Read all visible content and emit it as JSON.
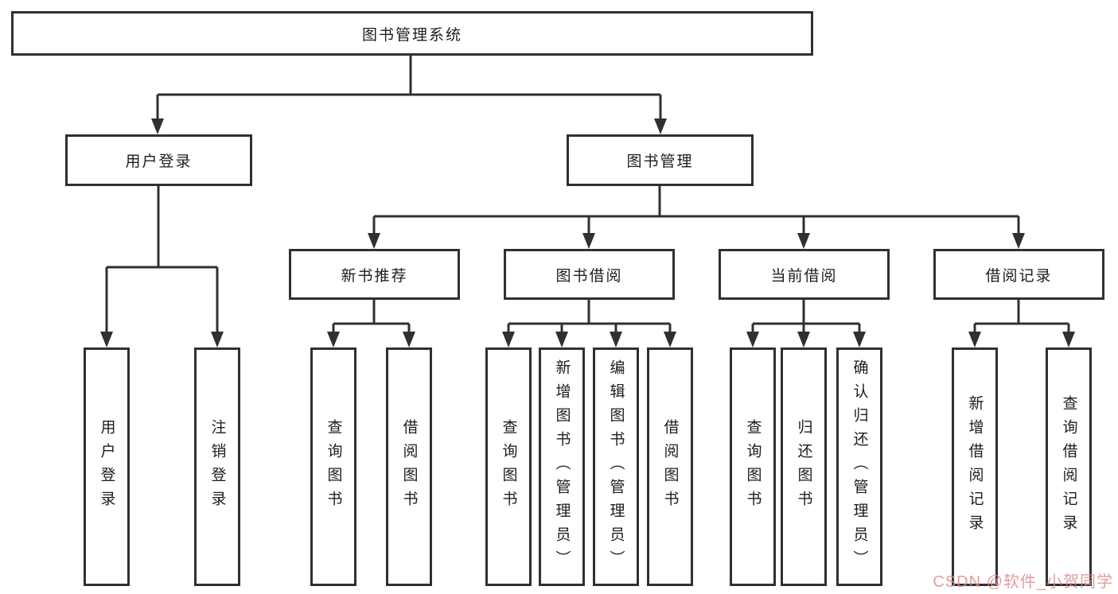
{
  "diagram": {
    "root": {
      "label": "图书管理系统"
    },
    "branches": [
      {
        "label": "用户登录",
        "children": [
          "用户登录",
          "注销登录"
        ]
      },
      {
        "label": "图书管理",
        "sections": [
          {
            "label": "新书推荐",
            "children": [
              "查询图书",
              "借阅图书"
            ]
          },
          {
            "label": "图书借阅",
            "children": [
              "查询图书",
              "新增图书（管理员）",
              "编辑图书（管理员）",
              "借阅图书"
            ]
          },
          {
            "label": "当前借阅",
            "children": [
              "查询图书",
              "归还图书",
              "确认归还（管理员）"
            ]
          },
          {
            "label": "借阅记录",
            "children": [
              "新增借阅记录",
              "查询借阅记录"
            ]
          }
        ]
      }
    ]
  },
  "watermark": {
    "text": "CSDN @软件_小贺同学"
  },
  "colors": {
    "line": "#303030",
    "box_border": "#303030",
    "text": "#1d1d1f",
    "watermark": "#de8c8c",
    "background": "#ffffff"
  }
}
